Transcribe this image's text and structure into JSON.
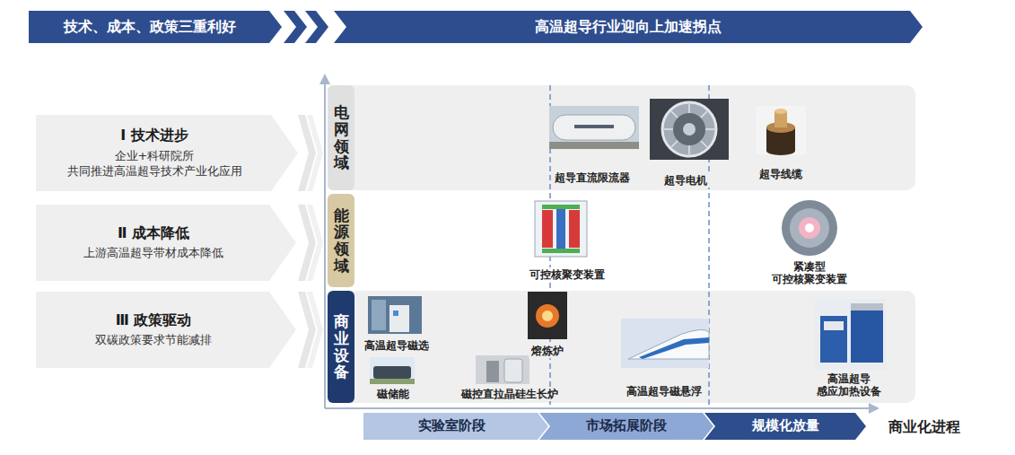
{
  "diagram": {
    "nodes": [
      {
        "text": [
          "技术、成本、政策三重利好"
        ]
      },
      {
        "text": [
          "高温超导行业迎向上加速拐点"
        ]
      },
      {
        "text": [
          "Ⅰ 技术进步",
          "企业+科研院所 共同推进高温超导技术产业化应用"
        ]
      },
      {
        "text": [
          "Ⅱ 成本降低",
          "上游高温超导带材成本降低"
        ]
      },
      {
        "text": [
          "Ⅲ 政策驱动",
          "双碳政策要求节能减排"
        ]
      },
      {
        "text": [
          "电网领域"
        ]
      },
      {
        "text": [
          "能源领域"
        ]
      },
      {
        "text": [
          "商业设备"
        ]
      },
      {
        "text": [
          "实验室阶段"
        ]
      },
      {
        "text": [
          "市场拓展阶段"
        ]
      },
      {
        "text": [
          "规模化放量"
        ]
      }
    ],
    "labels": [
      "超导直流限流器",
      "超导电机",
      "超导线缆",
      "可控核聚变装置",
      "紧凑型 可控核聚变装置",
      "高温超导磁选",
      "熔炼炉",
      "磁储能",
      "磁控直拉晶硅生长炉",
      "高温超导磁悬浮",
      "高温超导 感应加热设备",
      "商业化进程"
    ]
  }
}
